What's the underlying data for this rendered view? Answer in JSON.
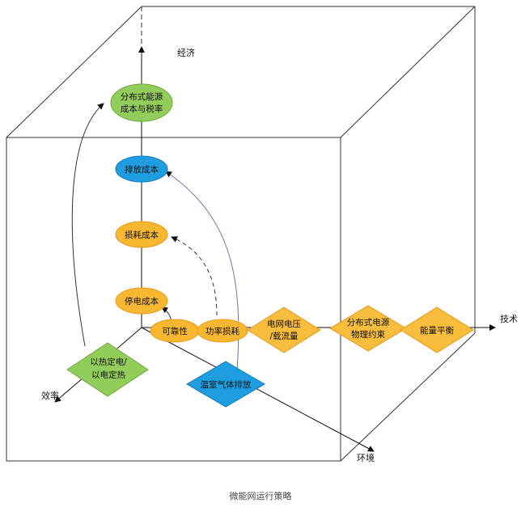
{
  "axes": {
    "economy": "经济",
    "technology": "技术",
    "environment": "环境",
    "efficiency": "效率"
  },
  "nodes": {
    "distributed_cost_tax": [
      "分布式能源",
      "成本与税率"
    ],
    "emission_cost": "排放成本",
    "loss_cost": "损耗成本",
    "outage_cost": "停电成本",
    "reliability": "可靠性",
    "power_loss": "功率损耗",
    "voltage_flow": [
      "电网电压",
      "/载流量"
    ],
    "distributed_constraint": [
      "分布式电源",
      "物理约束"
    ],
    "energy_balance": "能量平衡",
    "heat_power": [
      "以热定电/",
      "以电定热"
    ],
    "ghg_emission": "温室气体排放"
  },
  "colors": {
    "orange": "#F7B731",
    "orange_stroke": "#E59A1A",
    "blue": "#1E9EE0",
    "blue_stroke": "#157BB8",
    "green": "#92CC5A",
    "green_stroke": "#6FA83A",
    "diamond_orange": "#F9BD3E"
  },
  "caption": "微能网运行策略"
}
